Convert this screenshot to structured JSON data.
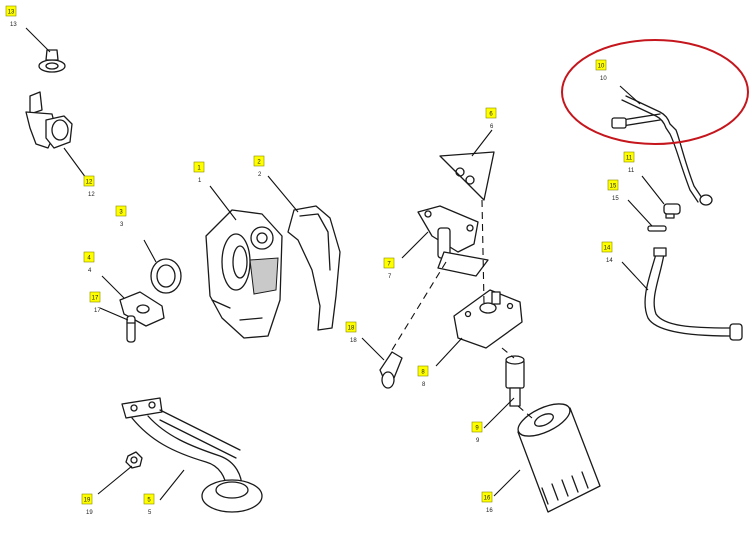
{
  "callouts": [
    {
      "id": "13",
      "number": "13"
    },
    {
      "id": "12",
      "number": "12"
    },
    {
      "id": "3",
      "number": "3"
    },
    {
      "id": "4",
      "number": "4"
    },
    {
      "id": "17",
      "number": "17"
    },
    {
      "id": "1",
      "number": "1"
    },
    {
      "id": "2",
      "number": "2"
    },
    {
      "id": "6",
      "number": "6"
    },
    {
      "id": "7",
      "number": "7"
    },
    {
      "id": "18",
      "number": "18"
    },
    {
      "id": "8",
      "number": "8"
    },
    {
      "id": "9",
      "number": "9"
    },
    {
      "id": "16",
      "number": "16"
    },
    {
      "id": "19",
      "number": "19"
    },
    {
      "id": "5",
      "number": "5"
    },
    {
      "id": "10",
      "number": "10"
    },
    {
      "id": "11",
      "number": "11"
    },
    {
      "id": "15",
      "number": "15"
    },
    {
      "id": "14",
      "number": "14"
    }
  ],
  "highlight": {
    "color": "#c4161c",
    "target": "10"
  },
  "badge_color": "#ffff00"
}
